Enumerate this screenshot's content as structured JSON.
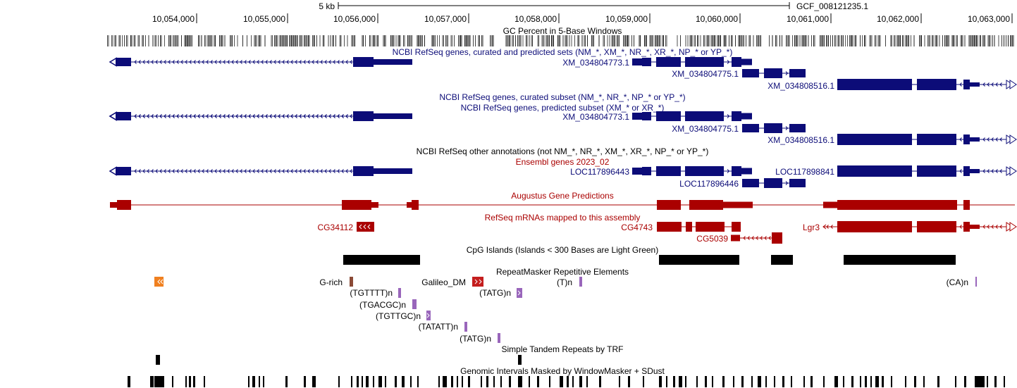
{
  "colors": {
    "refseq": "#0c0c78",
    "ensembl": "#aa0000",
    "black": "#000000",
    "repeat_purple": "#9966bb",
    "repeat_brown": "#8b4a36",
    "repeat_red": "#c41e1e",
    "repeat_orange": "#f08020"
  },
  "scale": {
    "bar_label": "5 kb",
    "assembly": "GCF_008121235.1",
    "ticks": [
      "10,054,000",
      "10,055,000",
      "10,056,000",
      "10,057,000",
      "10,058,000",
      "10,059,000",
      "10,060,000",
      "10,061,000",
      "10,062,000",
      "10,063,000"
    ]
  },
  "tracks": {
    "gc_percent": "GC Percent in 5-Base Windows",
    "refseq_all": "NCBI RefSeq genes, curated and predicted sets (NM_*, XM_*, NR_*, XR_*, NP_* or YP_*)",
    "refseq_curated": "NCBI RefSeq genes, curated subset (NM_*, NR_*, NP_* or YP_*)",
    "refseq_predicted": "NCBI RefSeq genes, predicted subset (XM_* or XR_*)",
    "refseq_other": "NCBI RefSeq other annotations (not NM_*, NR_*, XM_*, XR_*, NP_* or YP_*)",
    "ensembl": "Ensembl genes 2023_02",
    "augustus": "Augustus Gene Predictions",
    "refseq_mrna": "RefSeq mRNAs mapped to this assembly",
    "cpg": "CpG Islands (Islands < 300 Bases are Light Green)",
    "repeatmasker": "RepeatMasker Repetitive Elements",
    "trf": "Simple Tandem Repeats by TRF",
    "windowmasker": "Genomic Intervals Masked by WindowMasker + SDust"
  },
  "labels": {
    "xm773": "XM_034804773.1",
    "xm775": "XM_034804775.1",
    "xm516": "XM_034808516.1",
    "loc443": "LOC117896443",
    "loc841": "LOC117898841",
    "loc446": "LOC117896446",
    "cg34112": "CG34112",
    "cg4743": "CG4743",
    "cg5039": "CG5039",
    "lgr3": "Lgr3"
  },
  "repeats": {
    "grich": "G-rich",
    "galileo": "Galileo_DM",
    "tn": "(T)n",
    "can": "(CA)n",
    "tgtttt": "(TGTTTT)n",
    "tatg1": "(TATG)n",
    "tgacgc": "(TGACGC)n",
    "tgttgc": "(TGTTGC)n",
    "tatatt": "(TATATT)n",
    "tatg2": "(TATG)n"
  }
}
